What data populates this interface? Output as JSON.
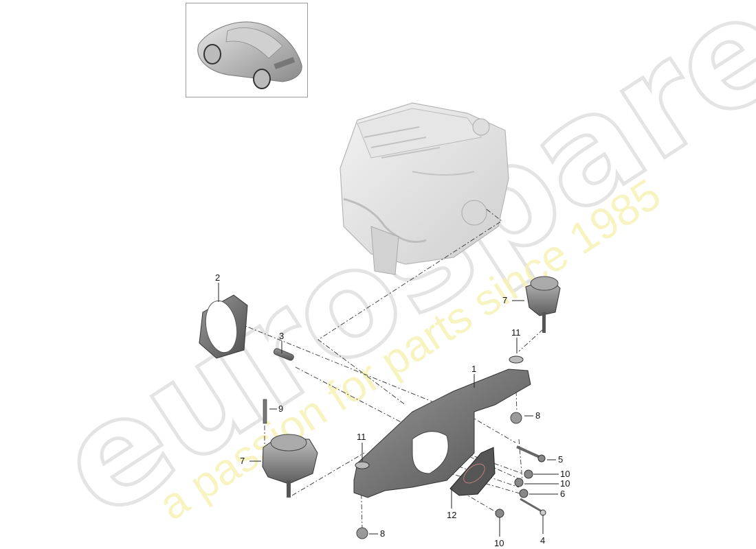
{
  "diagram": {
    "type": "exploded-parts-diagram",
    "subject": "engine / transmission mount assembly",
    "thumbnail": {
      "label": "vehicle-overview"
    },
    "callouts": [
      {
        "id": "c1",
        "number": "1",
        "part": "cross-member bracket"
      },
      {
        "id": "c2",
        "number": "2",
        "part": "flange ring"
      },
      {
        "id": "c3",
        "number": "3",
        "part": "sleeve"
      },
      {
        "id": "c4",
        "number": "4",
        "part": "long bolt"
      },
      {
        "id": "c5",
        "number": "5",
        "part": "bolt"
      },
      {
        "id": "c6",
        "number": "6",
        "part": "nut"
      },
      {
        "id": "c7a",
        "number": "7",
        "part": "engine mount (right)"
      },
      {
        "id": "c7b",
        "number": "7",
        "part": "engine mount (left)"
      },
      {
        "id": "c8a",
        "number": "8",
        "part": "nut (right)"
      },
      {
        "id": "c8b",
        "number": "8",
        "part": "nut (left)"
      },
      {
        "id": "c9",
        "number": "9",
        "part": "bolt"
      },
      {
        "id": "c10a",
        "number": "10",
        "part": "bolt"
      },
      {
        "id": "c10b",
        "number": "10",
        "part": "bolt"
      },
      {
        "id": "c10c",
        "number": "10",
        "part": "bolt"
      },
      {
        "id": "c11a",
        "number": "11",
        "part": "washer (right)"
      },
      {
        "id": "c11b",
        "number": "11",
        "part": "washer (left)"
      },
      {
        "id": "c12",
        "number": "12",
        "part": "heat shield"
      }
    ]
  },
  "watermark": {
    "logo": "eurospares",
    "tagline": "a passion for parts since 1985",
    "logo_color": "#e6e6e6",
    "tagline_color": "#f5f0b0"
  },
  "labels": {
    "c1": "1",
    "c2": "2",
    "c3": "3",
    "c4": "4",
    "c5": "5",
    "c6": "6",
    "c7a": "7",
    "c7b": "7",
    "c8a": "8",
    "c8b": "8",
    "c9": "9",
    "c10a": "10",
    "c10b": "10",
    "c10c": "10",
    "c11a": "11",
    "c11b": "11",
    "c12": "12"
  }
}
